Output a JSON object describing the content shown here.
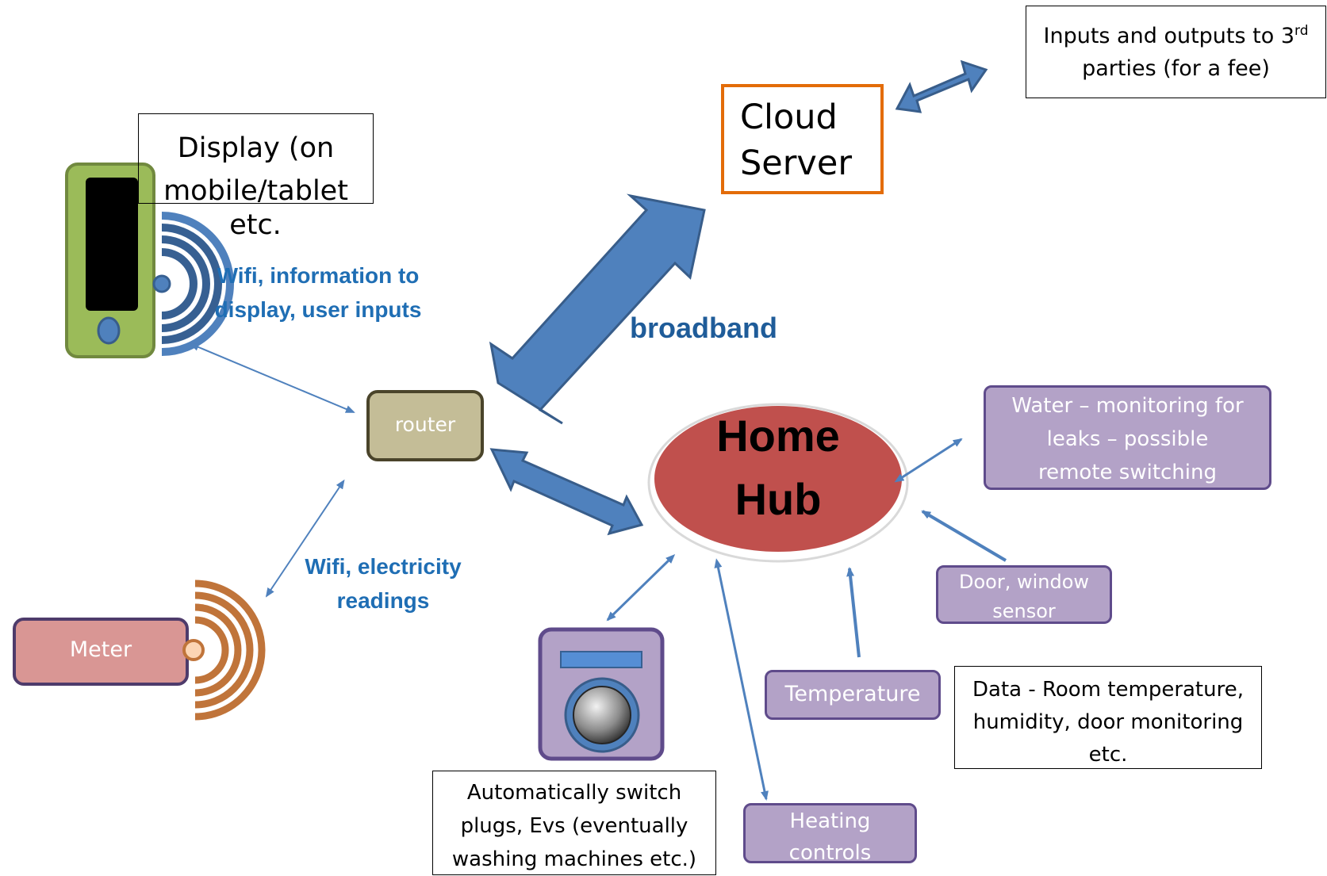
{
  "cloud_server": {
    "lines": [
      "Cloud",
      "Server"
    ]
  },
  "third_parties": {
    "text": "Inputs and outputs to 3",
    "sup": "rd",
    "line2": "parties (for a fee)"
  },
  "display_box": {
    "lines": [
      "Display (on",
      "mobile/tablet",
      "etc."
    ]
  },
  "wifi_display_label": {
    "lines": [
      "Wifi, information to",
      "display, user inputs"
    ]
  },
  "broadband_label": "broadband",
  "router_label": "router",
  "home_hub": {
    "lines": [
      "Home",
      "Hub"
    ]
  },
  "water_box": {
    "lines": [
      "Water – monitoring  for",
      "leaks – possible",
      "remote switching"
    ]
  },
  "door_box": {
    "lines": [
      "Door, window",
      "sensor"
    ]
  },
  "temperature_box": "Temperature",
  "data_box": {
    "lines": [
      "Data - Room temperature,",
      "humidity, door monitoring",
      "etc."
    ]
  },
  "heating_box": {
    "lines": [
      "Heating",
      "controls"
    ]
  },
  "plugs_box": {
    "lines": [
      "Automatically switch",
      "plugs, Evs (eventually",
      "washing machines etc.)"
    ]
  },
  "meter_label": "Meter",
  "wifi_meter_label": {
    "lines": [
      "Wifi, electricity",
      "readings"
    ]
  },
  "colors": {
    "arrow_blue": "#4f81bd",
    "cloud_border": "#e36c09",
    "hub_red": "#c0504d",
    "phone_green": "#9bbb59",
    "meter_pink": "#d99694",
    "meter_orange": "#c0743a",
    "router_tan": "#c4bd97",
    "purple_fill": "#b3a2c7",
    "purple_border": "#5f4b8b",
    "label_blue": "#1f6eb4"
  }
}
